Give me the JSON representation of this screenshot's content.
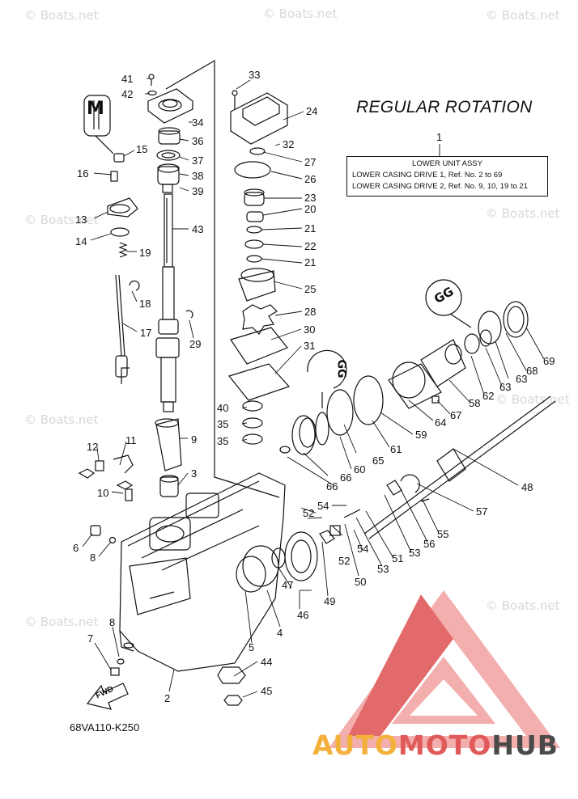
{
  "diagram": {
    "heading": "REGULAR ROTATION",
    "info_box": {
      "title": "LOWER UNIT ASSY",
      "rows": [
        "LOWER CASING DRIVE 1,  Ref. No. 2 to 69",
        "LOWER CASING DRIVE 2,  Ref. No. 9, 10, 19 to 21"
      ]
    },
    "part_code": "68VA110-K250",
    "fwd_label": "FWD",
    "mark_m": "M",
    "mark_gg": "GG",
    "callouts": [
      "1",
      "2",
      "3",
      "4",
      "5",
      "6",
      "7",
      "8",
      "8",
      "9",
      "10",
      "11",
      "12",
      "13",
      "14",
      "15",
      "16",
      "17",
      "18",
      "19",
      "20",
      "21",
      "21",
      "22",
      "23",
      "24",
      "25",
      "26",
      "27",
      "28",
      "29",
      "30",
      "31",
      "32",
      "33",
      "34",
      "35",
      "35",
      "36",
      "37",
      "38",
      "39",
      "40",
      "41",
      "42",
      "43",
      "44",
      "45",
      "46",
      "47",
      "48",
      "49",
      "50",
      "51",
      "52",
      "52",
      "53",
      "53",
      "54",
      "54",
      "55",
      "56",
      "57",
      "58",
      "59",
      "60",
      "61",
      "62",
      "63",
      "63",
      "64",
      "65",
      "66",
      "66",
      "67",
      "68",
      "69"
    ],
    "watermark": "© Boats.net"
  },
  "logo": {
    "part_a": "AUTO",
    "part_b": "MOTO",
    "part_c": "HUB",
    "colors": {
      "a": "#f3b13c",
      "b": "#e15a5a",
      "c": "#4a4a4a"
    }
  }
}
